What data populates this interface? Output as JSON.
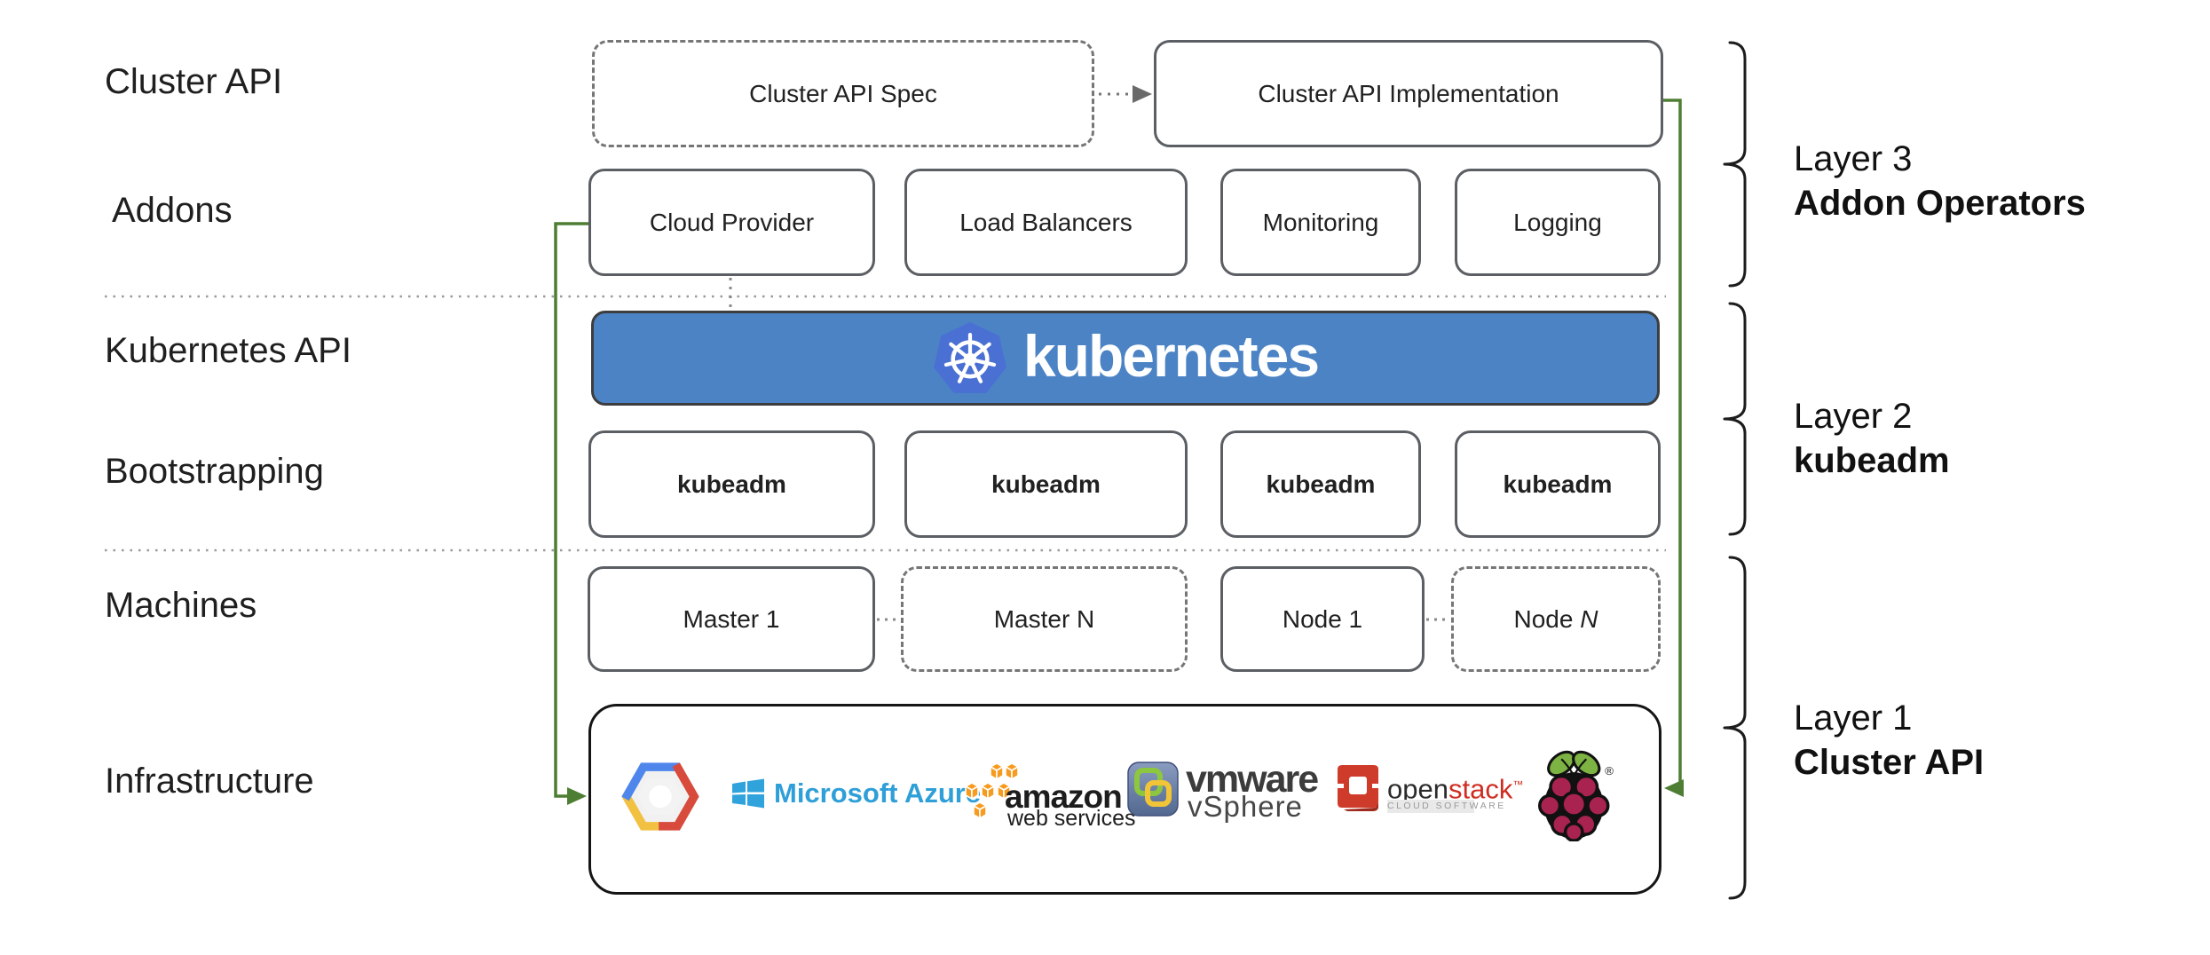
{
  "row_labels": {
    "cluster_api": "Cluster API",
    "addons": "Addons",
    "kubernetes_api": "Kubernetes API",
    "bootstrapping": "Bootstrapping",
    "machines": "Machines",
    "infrastructure": "Infrastructure"
  },
  "cluster_api_row": {
    "spec": "Cluster API Spec",
    "implementation": "Cluster API Implementation"
  },
  "addons": [
    "Cloud Provider",
    "Load Balancers",
    "Monitoring",
    "Logging"
  ],
  "kubernetes_banner": {
    "wordmark": "kubernetes"
  },
  "bootstrapping": [
    "kubeadm",
    "kubeadm",
    "kubeadm",
    "kubeadm"
  ],
  "machines": [
    {
      "label": "Master 1",
      "border": "solid"
    },
    {
      "label": "Master N",
      "border": "dashed"
    },
    {
      "label": "Node 1",
      "border": "solid"
    },
    {
      "label": "Node ",
      "n": "N",
      "border": "dashed"
    }
  ],
  "infrastructure_providers": {
    "google_cloud": {
      "icon": "google-cloud-hexagon"
    },
    "azure": {
      "icon": "azure-window-flag",
      "text": "Microsoft Azure"
    },
    "aws": {
      "icon": "aws-cubes",
      "text": "amazon",
      "subtext": "web services"
    },
    "vmware": {
      "icon": "vmware-tile",
      "text": "vmware",
      "subtext": "vSphere"
    },
    "openstack": {
      "icon": "openstack-cube-ring",
      "text_black": "open",
      "text_red": "stack",
      "tm": "™",
      "subtext": "CLOUD SOFTWARE"
    },
    "raspberry_pi": {
      "icon": "raspberry-pi",
      "registered_mark": "®"
    }
  },
  "layer_annotations": [
    {
      "title": "Layer 3",
      "name": "Addon Operators"
    },
    {
      "title": "Layer 2",
      "name": "kubeadm"
    },
    {
      "title": "Layer 1",
      "name": "Cluster API"
    }
  ],
  "icons": {
    "kubernetes-logo": "blue heptagon with white ship-wheel helm",
    "google-cloud-logo": "hexagon blue/red/yellow with white core",
    "microsoft-azure-logo": "blue four-pane window flag",
    "aws-logo": "cluster of orange 3d cubes",
    "vmware-vsphere-logo": "slate tile with green and yellow squares",
    "openstack-logo": "red 3d square ring",
    "raspberry-pi-logo": "raspberry with two green leaves"
  },
  "colors": {
    "banner_blue": "#4b83c5",
    "kubernetes_logo_blue": "#4a70d4",
    "connector_green": "#4e7e33",
    "solid_border_gray": "#5b5f63",
    "dashed_border_gray": "#767676",
    "infra_border_black": "#151515",
    "text": "#212121",
    "azure_blue": "#2f9fd8",
    "aws_orange": "#f79b1e",
    "vmware_slate": "#6d82a8",
    "vmware_green": "#8dc63f",
    "vmware_yellow": "#f2c538",
    "openstack_red": "#cf2d22",
    "raspberry_crimson": "#a8234f",
    "leaf_green": "#7cb342"
  }
}
